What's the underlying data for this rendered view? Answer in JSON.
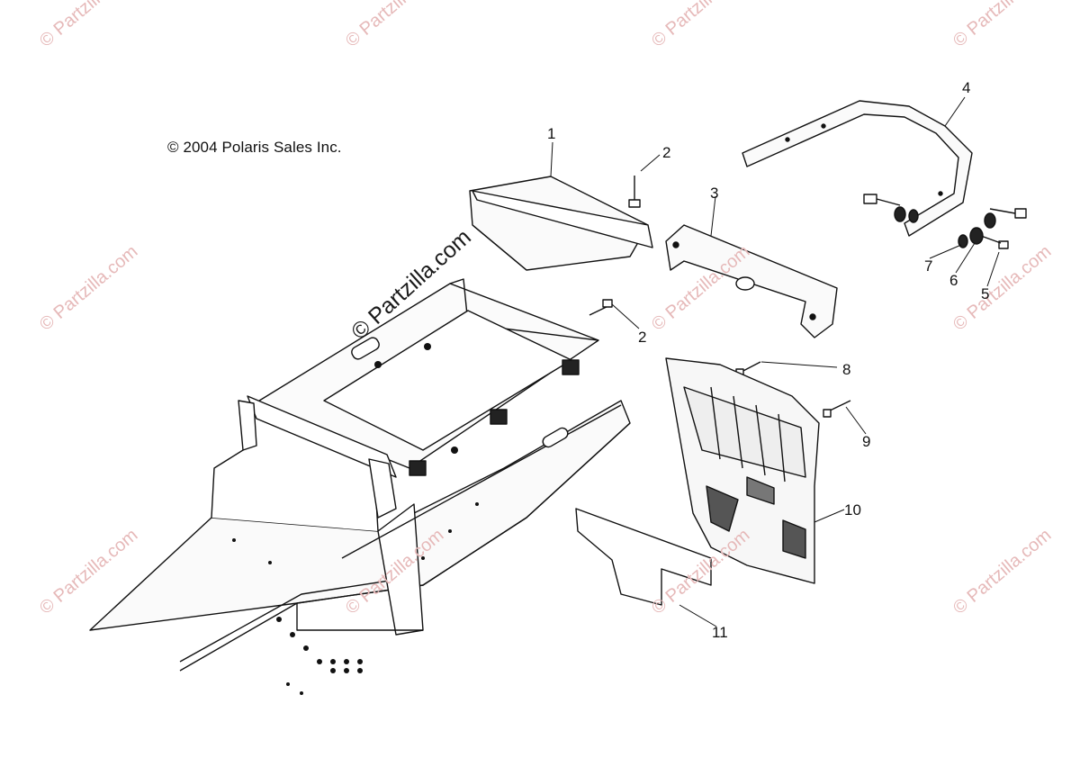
{
  "diagram": {
    "copyright": "© 2004 Polaris Sales Inc.",
    "watermark": "© Partzilla.com",
    "callouts": [
      "1",
      "2",
      "2",
      "3",
      "4",
      "5",
      "6",
      "7",
      "8",
      "9",
      "10",
      "11"
    ]
  }
}
